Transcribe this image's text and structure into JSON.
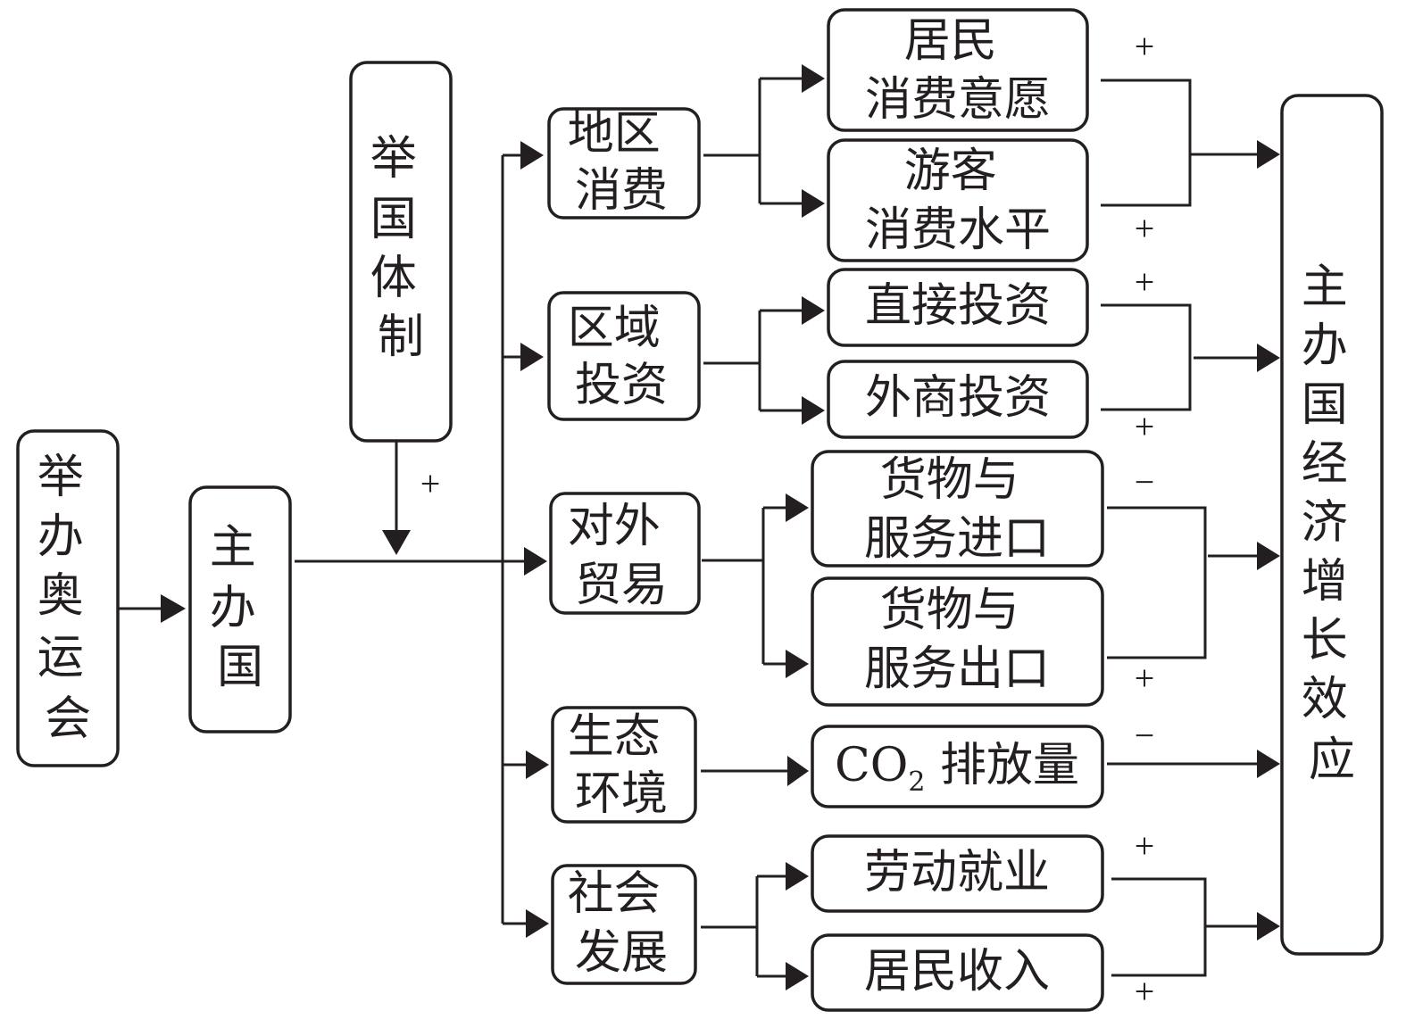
{
  "diagram": {
    "source": {
      "label": "举办奥运会"
    },
    "host": {
      "label": "主办国"
    },
    "moderator": {
      "label": "举国体制",
      "sign": "+"
    },
    "channels": [
      {
        "id": "consumption",
        "label_lines": [
          "地区",
          "消费"
        ]
      },
      {
        "id": "investment",
        "label_lines": [
          "区域",
          "投资"
        ]
      },
      {
        "id": "trade",
        "label_lines": [
          "对外",
          "贸易"
        ]
      },
      {
        "id": "ecology",
        "label_lines": [
          "生态",
          "环境"
        ]
      },
      {
        "id": "society",
        "label_lines": [
          "社会",
          "发展"
        ]
      }
    ],
    "indicators": [
      {
        "id": "resident-consumption-will",
        "label_lines": [
          "居民",
          "消费意愿"
        ],
        "sign": "+"
      },
      {
        "id": "tourist-consumption-level",
        "label_lines": [
          "游客",
          "消费水平"
        ],
        "sign": "+"
      },
      {
        "id": "direct-investment",
        "label_lines": [
          "直接投资"
        ],
        "sign": "+"
      },
      {
        "id": "foreign-investment",
        "label_lines": [
          "外商投资"
        ],
        "sign": "+"
      },
      {
        "id": "imports",
        "label_lines": [
          "货物与",
          "服务进口"
        ],
        "sign": "−"
      },
      {
        "id": "exports",
        "label_lines": [
          "货物与",
          "服务出口"
        ],
        "sign": "+"
      },
      {
        "id": "co2-emissions",
        "label_prefix": "CO",
        "label_sub": "2",
        "label_suffix": " 排放量",
        "sign": "−"
      },
      {
        "id": "employment",
        "label_lines": [
          "劳动就业"
        ],
        "sign": "+"
      },
      {
        "id": "resident-income",
        "label_lines": [
          "居民收入"
        ],
        "sign": "+"
      }
    ],
    "outcome": {
      "label": "主办国经济增长效应"
    }
  }
}
